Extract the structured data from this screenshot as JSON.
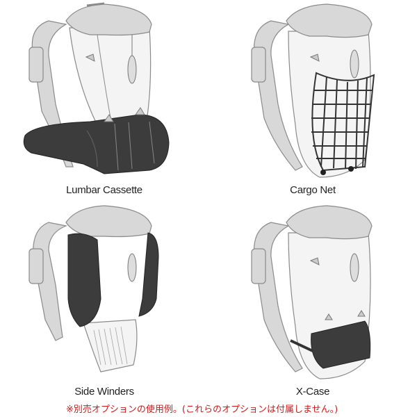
{
  "panels": [
    {
      "label": "Lumbar Cassette",
      "accessory": "lumbar-cassette"
    },
    {
      "label": "Cargo Net",
      "accessory": "cargo-net"
    },
    {
      "label": "Side Winders",
      "accessory": "side-winders"
    },
    {
      "label": "X-Case",
      "accessory": "x-case"
    }
  ],
  "note": "※別売オプションの使用例。(これらのオプションは付属しません。)",
  "colors": {
    "pack_fill": "#f4f4f4",
    "pack_strap": "#d8d8d8",
    "pack_outline": "#8a8a8a",
    "accessory": "#3c3c3c",
    "note_text": "#d01818"
  }
}
